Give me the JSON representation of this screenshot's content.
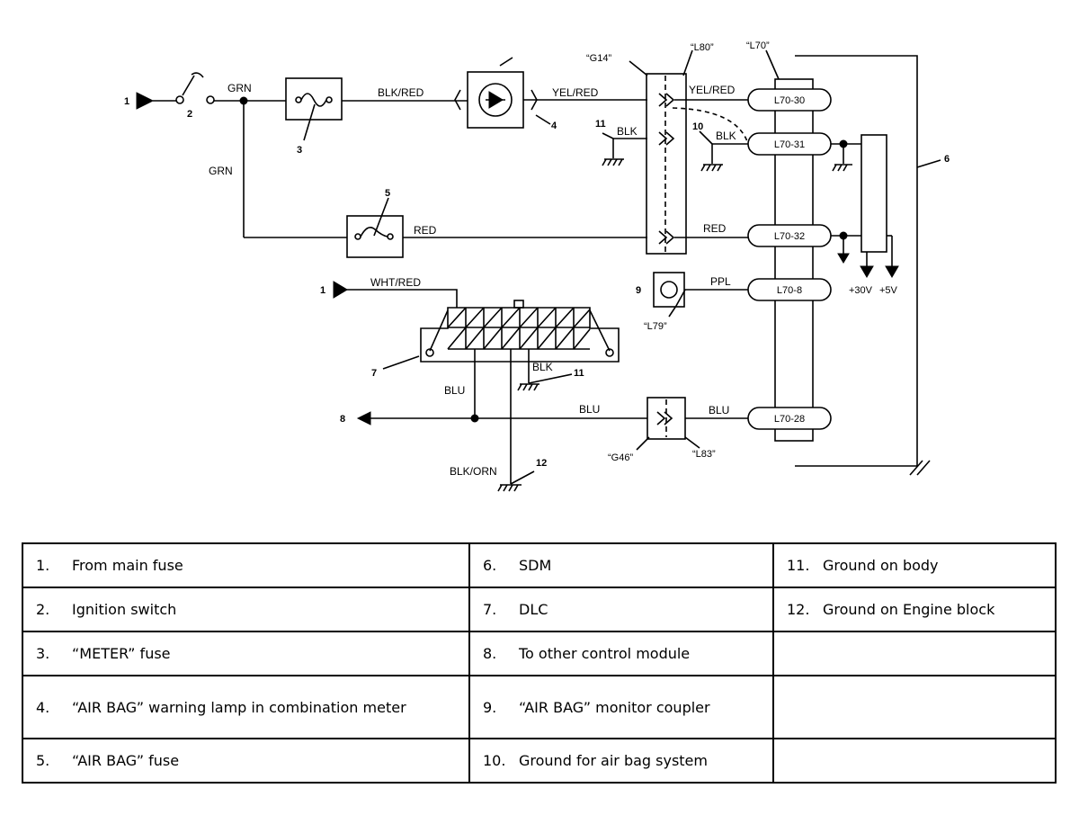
{
  "diagram": {
    "callouts": {
      "c1a": "1",
      "c1b": "1",
      "c2": "2",
      "c3": "3",
      "c4": "4",
      "c5": "5",
      "c6": "6",
      "c7": "7",
      "c8": "8",
      "c9": "9",
      "c10": "10",
      "c11a": "11",
      "c11b": "11",
      "c12": "12"
    },
    "wires": {
      "grn_top": "GRN",
      "grn_left": "GRN",
      "blk_red": "BLK/RED",
      "yel_red_a": "YEL/RED",
      "yel_red_b": "YEL/RED",
      "blk_a": "BLK",
      "blk_b": "BLK",
      "red_a": "RED",
      "red_b": "RED",
      "wht_red": "WHT/RED",
      "ppl": "PPL",
      "blk_c": "BLK",
      "blu_a": "BLU",
      "blu_b": "BLU",
      "blu_c": "BLU",
      "blk_orn": "BLK/ORN"
    },
    "connector_refs": {
      "g14": "“G14”",
      "l80": "“L80”",
      "l70": "“L70”",
      "l79": "“L79”",
      "g46": "“G46”",
      "l83": "“L83”"
    },
    "terminals": {
      "t30": "L70-30",
      "t31": "L70-31",
      "t32": "L70-32",
      "t8": "L70-8",
      "t28": "L70-28"
    },
    "voltages": {
      "v30": "+30V",
      "v5": "+5V"
    }
  },
  "legend": {
    "rows": [
      [
        {
          "num": "1.",
          "text": "From main fuse"
        },
        {
          "num": "6.",
          "text": "SDM"
        },
        {
          "num": "11.",
          "text": "Ground on body"
        }
      ],
      [
        {
          "num": "2.",
          "text": "Ignition switch"
        },
        {
          "num": "7.",
          "text": "DLC"
        },
        {
          "num": "12.",
          "text": "Ground on Engine block"
        }
      ],
      [
        {
          "num": "3.",
          "text": "“METER” fuse"
        },
        {
          "num": "8.",
          "text": "To other control module"
        },
        {
          "num": "",
          "text": ""
        }
      ],
      [
        {
          "num": "4.",
          "text": "“AIR BAG” warning lamp in combination meter"
        },
        {
          "num": "9.",
          "text": "“AIR BAG” monitor coupler"
        },
        {
          "num": "",
          "text": ""
        }
      ],
      [
        {
          "num": "5.",
          "text": "“AIR BAG” fuse"
        },
        {
          "num": "10.",
          "text": "Ground for air bag system"
        },
        {
          "num": "",
          "text": ""
        }
      ]
    ]
  }
}
